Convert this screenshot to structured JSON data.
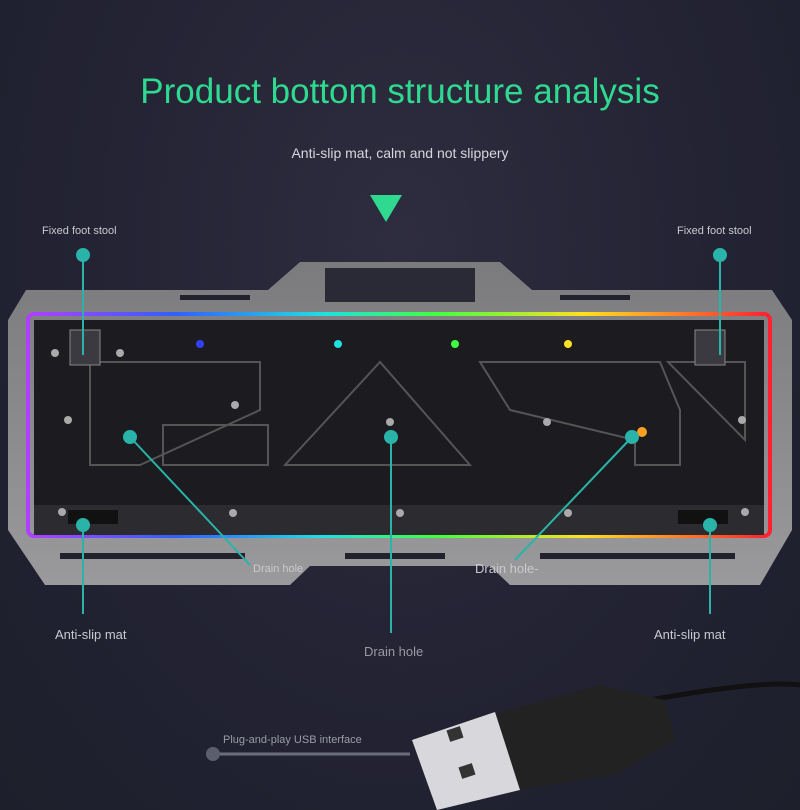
{
  "header": {
    "title": "Product bottom structure analysis",
    "subtitle": "Anti-slip mat, calm and not slippery"
  },
  "callouts": {
    "fixed_foot_left": "Fixed foot stool",
    "fixed_foot_right": "Fixed foot stool",
    "drain_hole_left": "Drain hole",
    "drain_hole_right": "Drain hole-",
    "drain_hole_center": "Drain hole",
    "anti_slip_left": "Anti-slip mat",
    "anti_slip_right": "Anti-slip mat",
    "usb": "Plug-and-play USB interface"
  },
  "colors": {
    "title": "#2fd990",
    "callout_line": "#2ab3a8",
    "body": "#8a8a8d",
    "background": "#232334"
  }
}
